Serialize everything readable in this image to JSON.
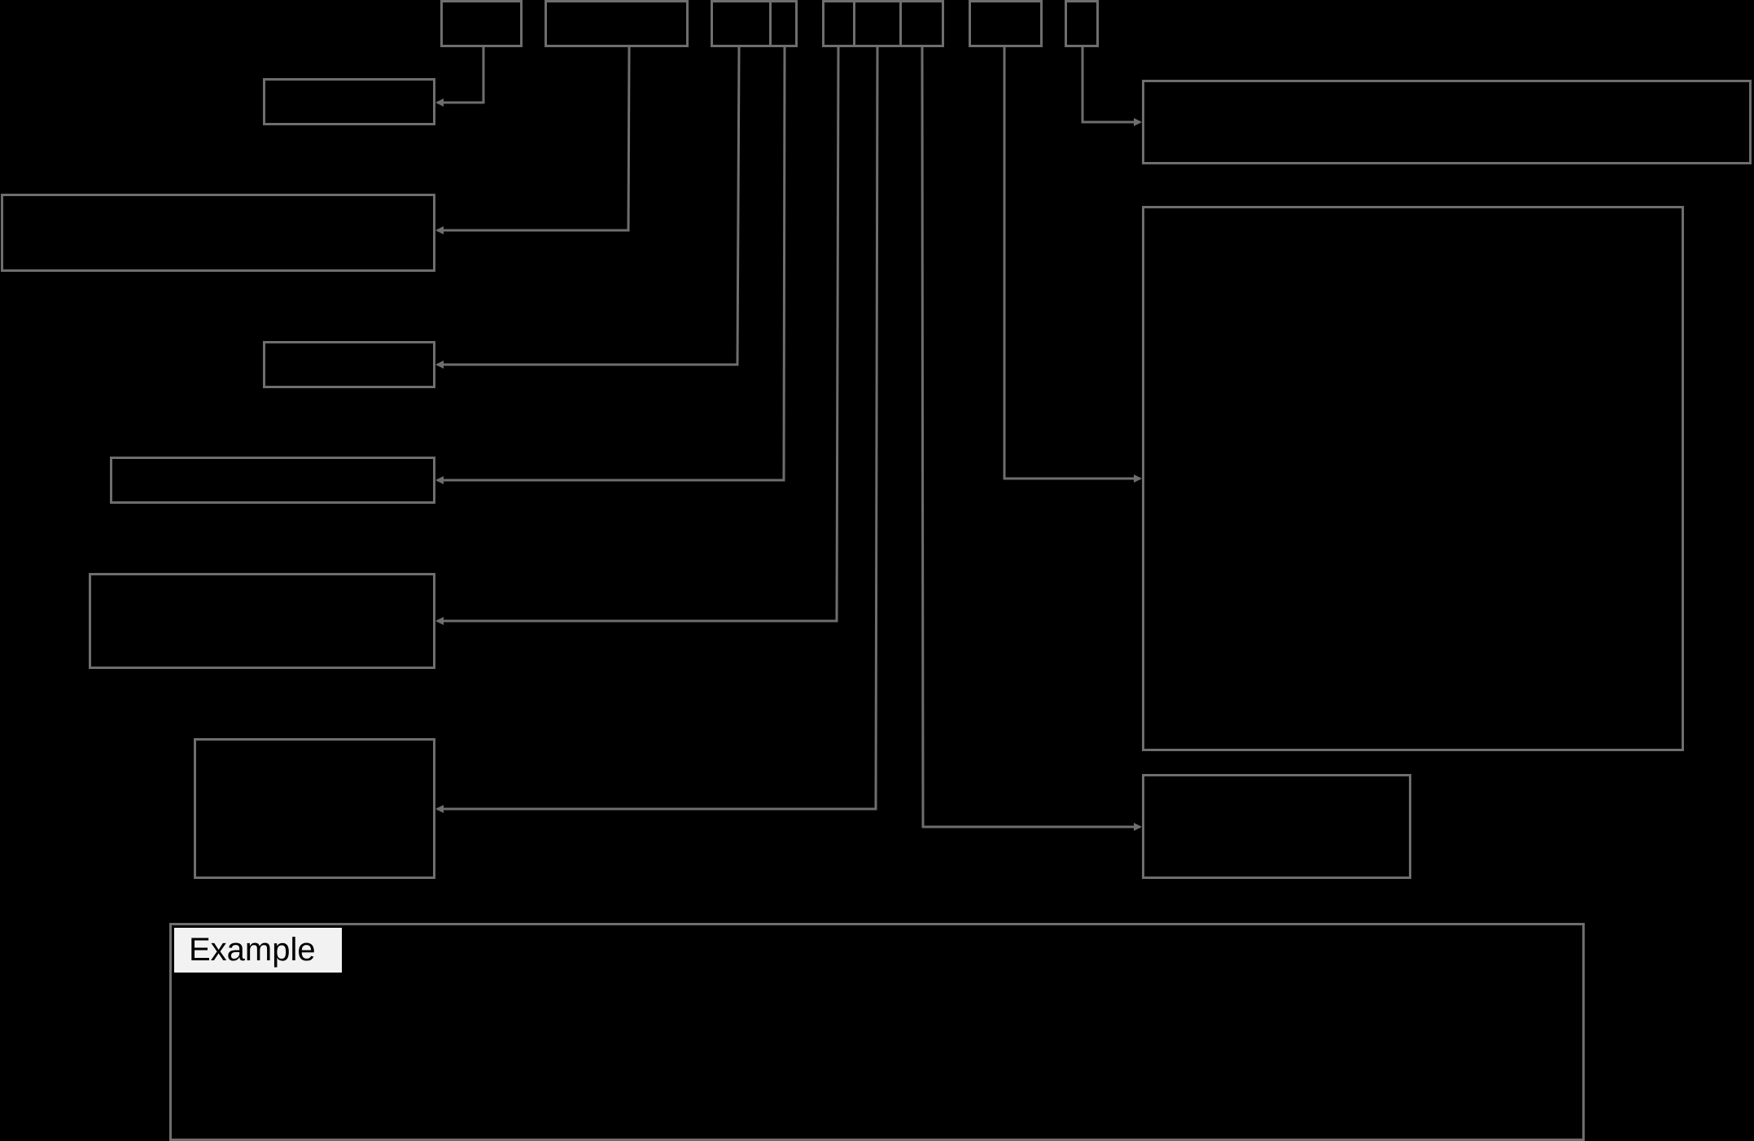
{
  "diagram": {
    "title": "",
    "line_color": "#6e6e6e",
    "background": "#000000",
    "example": {
      "label": "Example",
      "label_bg": "#f2f2f2"
    },
    "top_boxes": [
      {
        "id": "t1",
        "segments": 1
      },
      {
        "id": "t2",
        "segments": 1
      },
      {
        "id": "t3",
        "segments": 2
      },
      {
        "id": "t4",
        "segments": 3
      },
      {
        "id": "t5",
        "segments": 1
      },
      {
        "id": "t6",
        "segments": 1
      }
    ],
    "left_boxes": [
      "l1",
      "l2",
      "l3",
      "l4",
      "l5",
      "l6"
    ],
    "right_boxes": [
      "r1",
      "r2",
      "r3"
    ],
    "connections": [
      {
        "from": "t1",
        "to": "l1"
      },
      {
        "from": "t2",
        "to": "l2"
      },
      {
        "from": "t3.seg1",
        "to": "l3"
      },
      {
        "from": "t3.seg2",
        "to": "l4"
      },
      {
        "from": "t4.seg1",
        "to": "l5"
      },
      {
        "from": "t4.seg2",
        "to": "l6"
      },
      {
        "from": "t4.seg3",
        "to": "r3"
      },
      {
        "from": "t5",
        "to": "r2"
      },
      {
        "from": "t6",
        "to": "r1"
      }
    ]
  }
}
